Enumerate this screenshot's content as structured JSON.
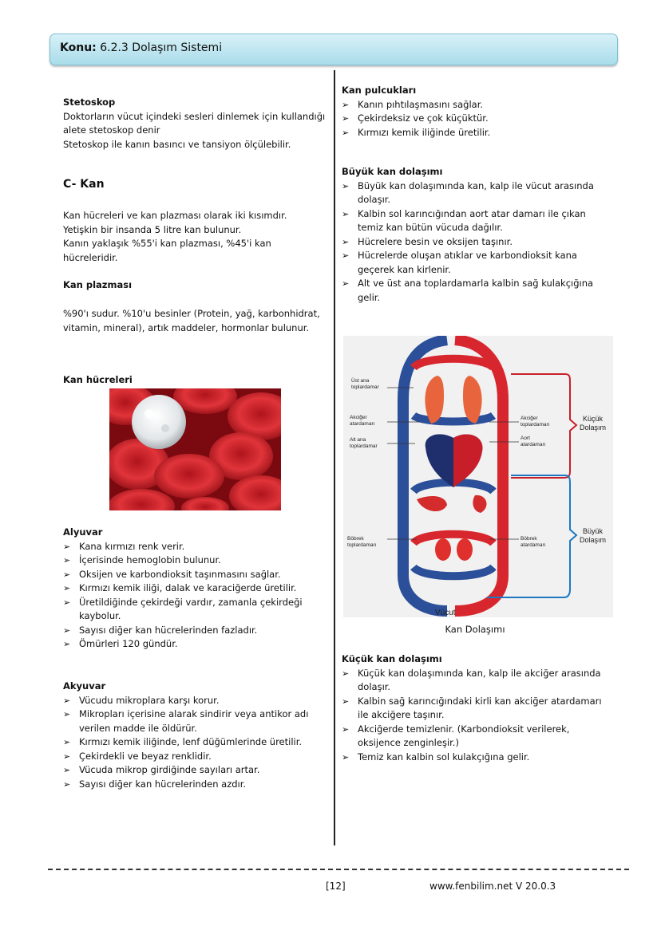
{
  "header": {
    "konu_label": "Konu:",
    "title": "6.2.3 Dolaşım Sistemi"
  },
  "left": {
    "stetoskop": {
      "heading": "Stetoskop",
      "lines": [
        "Doktorların vücut içindeki sesleri dinlemek için kullandığı",
        "alete stetoskop denir",
        "Stetoskop ile kanın basıncı ve tansiyon ölçülebilir."
      ]
    },
    "kan": {
      "heading": "C- Kan",
      "lines": [
        "Kan hücreleri ve kan plazması olarak iki kısımdır.",
        "Yetişkin bir insanda 5 litre kan bulunur.",
        "Kanın yaklaşık %55'i kan plazması, %45'i kan",
        "hücreleridir."
      ]
    },
    "plazma": {
      "heading": "Kan plazması",
      "lines": [
        "%90'ı sudur. %10'u besinler (Protein, yağ, karbonhidrat,",
        "vitamin, mineral), artık maddeler, hormonlar bulunur."
      ]
    },
    "hucreler": {
      "heading": "Kan hücreleri"
    },
    "alyuvar": {
      "heading": "Alyuvar",
      "items": [
        "Kana kırmızı renk verir.",
        "İçerisinde hemoglobin bulunur.",
        "Oksijen ve karbondioksit taşınmasını sağlar.",
        "Kırmızı kemik iliği, dalak ve karaciğerde üretilir.",
        "Üretildiğinde çekirdeği vardır, zamanla çekirdeği kaybolur.",
        "Sayısı diğer kan hücrelerinden fazladır.",
        "Ömürleri 120 gündür."
      ]
    },
    "akyuvar": {
      "heading": "Akyuvar",
      "items": [
        "Vücudu mikroplara karşı korur.",
        "Mikropları içerisine alarak sindirir veya antikor adı verilen madde ile öldürür.",
        "Kırmızı kemik iliğinde, lenf düğümlerinde üretilir.",
        "Çekirdekli ve beyaz renklidir.",
        "Vücuda mikrop girdiğinde sayıları artar.",
        "Sayısı diğer kan hücrelerinden azdır."
      ]
    }
  },
  "right": {
    "pulcuklar": {
      "heading": "Kan pulcukları",
      "items": [
        "Kanın pıhtılaşmasını sağlar.",
        "Çekirdeksiz ve çok küçüktür.",
        "Kırmızı kemik iliğinde üretilir."
      ]
    },
    "buyuk": {
      "heading": "Büyük kan dolaşımı",
      "items": [
        "Büyük kan dolaşımında kan, kalp ile vücut  arasında dolaşır.",
        "Kalbin sol karıncığından aort atar damarı ile çıkan temiz kan bütün vücuda dağılır.",
        "Hücrelere besin ve oksijen taşınır.",
        "Hücrelerde oluşan atıklar ve karbondioksit kana geçerek kan kirlenir.",
        "Alt ve üst ana toplardamarla kalbin sağ kulakçığına gelir."
      ]
    },
    "diagram": {
      "ust_ana": [
        "Üst ana",
        "toplardamar"
      ],
      "akciger_atar": [
        "Akciğer",
        "atardamarı"
      ],
      "alt_ana": [
        "Alt ana",
        "toplardamar"
      ],
      "akciger_top": [
        "Akciğer",
        "toplardamarı"
      ],
      "aort": [
        "Aort",
        "atardamarı"
      ],
      "kucuk": [
        "Küçük",
        "Dolaşım"
      ],
      "bobrek_top": [
        "Böbrek",
        "toplardamarı"
      ],
      "bobrek_atar": [
        "Böbrek",
        "atardamarı"
      ],
      "buyuk": [
        "Büyük",
        "Dolaşım"
      ],
      "vucut": "Vücut",
      "colors": {
        "red": "#d8262e",
        "blue": "#2c4f9a",
        "bracket_red": "#c8202a",
        "bracket_blue": "#1d78c2"
      }
    },
    "caption": "Kan Dolaşımı",
    "kucuk": {
      "heading": "Küçük kan dolaşımı",
      "items": [
        "Küçük kan dolaşımında kan, kalp ile akciğer arasında dolaşır.",
        "Kalbin sağ karıncığındaki kirli kan akciğer atardamarı ile akciğere taşınır.",
        "Akciğerde temizlenir. (Karbondioksit verilerek, oksijence zenginleşir.)",
        "Temiz kan kalbin sol kulakçığına gelir."
      ]
    }
  },
  "footer": {
    "page": "[12]",
    "site": "www.fenbilim.net  V 20.0.3"
  }
}
